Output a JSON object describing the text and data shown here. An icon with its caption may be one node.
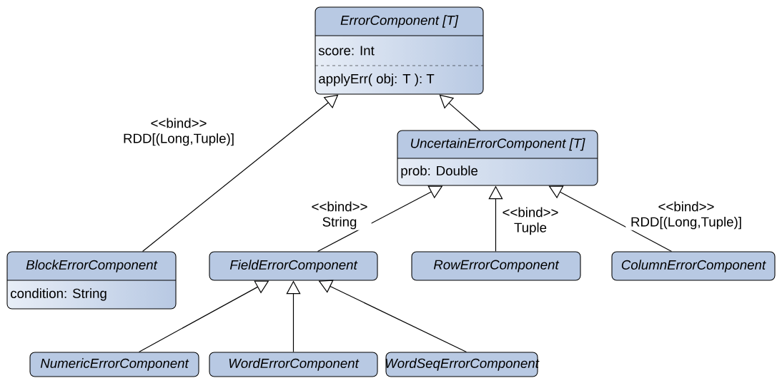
{
  "diagram": {
    "nodes": [
      {
        "text": [
          "ErrorComponent [T]",
          "score: Int",
          "applyErr( obj: T ): T"
        ]
      },
      {
        "text": [
          "UncertainErrorComponent [T]",
          "prob: Double"
        ]
      },
      {
        "text": [
          "BlockErrorComponent",
          "condition: String"
        ]
      },
      {
        "text": [
          "FieldErrorComponent"
        ]
      },
      {
        "text": [
          "RowErrorComponent"
        ]
      },
      {
        "text": [
          "ColumnErrorComponent"
        ]
      },
      {
        "text": [
          "NumericErrorComponent"
        ]
      },
      {
        "text": [
          "WordErrorComponent"
        ]
      },
      {
        "text": [
          "WordSeqErrorComponent"
        ]
      }
    ],
    "edges": [
      {
        "from": 2,
        "to": 0,
        "arrow": "to",
        "label": "<<bind>> RDD[(Long,Tuple)]"
      },
      {
        "from": 1,
        "to": 0,
        "arrow": "to"
      },
      {
        "from": 3,
        "to": 1,
        "arrow": "to",
        "label": "<<bind>> String"
      },
      {
        "from": 4,
        "to": 1,
        "arrow": "to",
        "label": "<<bind>> Tuple"
      },
      {
        "from": 5,
        "to": 1,
        "arrow": "to",
        "label": "<<bind>> RDD[(Long,Tuple)]"
      },
      {
        "from": 6,
        "to": 3,
        "arrow": "to"
      },
      {
        "from": 7,
        "to": 3,
        "arrow": "to"
      },
      {
        "from": 8,
        "to": 3,
        "arrow": "to"
      }
    ]
  }
}
